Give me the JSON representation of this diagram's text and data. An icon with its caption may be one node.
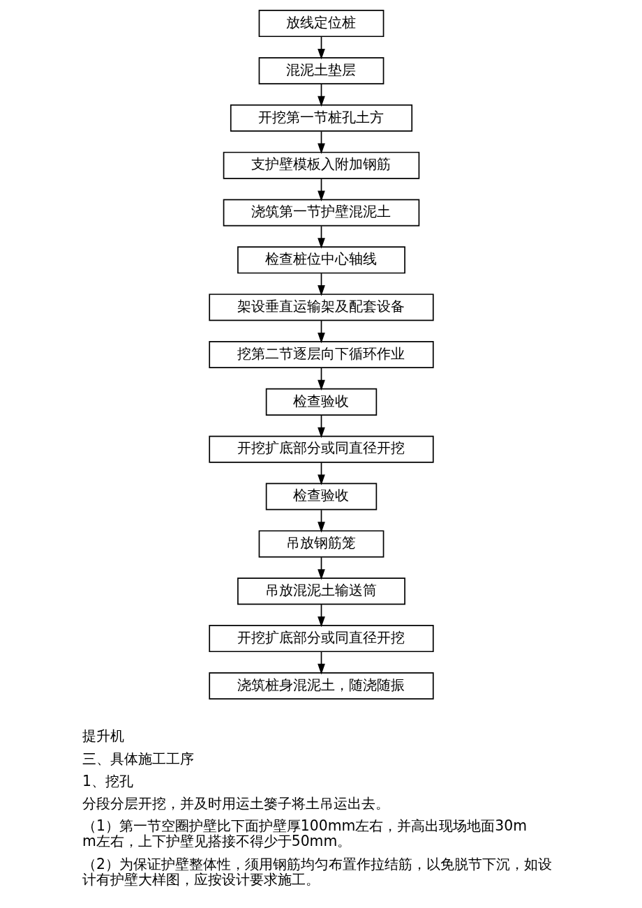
{
  "diagram": {
    "nodes": [
      {
        "text": [
          "放线定位桩"
        ]
      },
      {
        "text": [
          "混泥土垫层"
        ]
      },
      {
        "text": [
          "开挖第一节桩孔土方"
        ]
      },
      {
        "text": [
          "支护壁模板入附加钢筋"
        ]
      },
      {
        "text": [
          "浇筑第一节护壁混泥土"
        ]
      },
      {
        "text": [
          "检查桩位中心轴线"
        ]
      },
      {
        "text": [
          "架设垂直运输架及配套设备"
        ]
      },
      {
        "text": [
          "挖第二节逐层向下循环作业"
        ]
      },
      {
        "text": [
          "检查验收"
        ]
      },
      {
        "text": [
          "开挖扩底部分或同直径开挖"
        ]
      },
      {
        "text": [
          "检查验收"
        ]
      },
      {
        "text": [
          "吊放钢筋笼"
        ]
      },
      {
        "text": [
          "吊放混泥土输送筒"
        ]
      },
      {
        "text": [
          "开挖扩底部分或同直径开挖"
        ]
      },
      {
        "text": [
          "浇筑桩身混泥土，随浇随振"
        ]
      }
    ],
    "edges": [
      {
        "from": 0,
        "to": 1,
        "arrow": "to"
      },
      {
        "from": 1,
        "to": 2,
        "arrow": "to"
      },
      {
        "from": 2,
        "to": 3,
        "arrow": "to"
      },
      {
        "from": 3,
        "to": 4,
        "arrow": "to"
      },
      {
        "from": 4,
        "to": 5,
        "arrow": "to"
      },
      {
        "from": 5,
        "to": 6,
        "arrow": "to"
      },
      {
        "from": 6,
        "to": 7,
        "arrow": "to"
      },
      {
        "from": 7,
        "to": 8,
        "arrow": "to"
      },
      {
        "from": 8,
        "to": 9,
        "arrow": "to"
      },
      {
        "from": 9,
        "to": 10,
        "arrow": "to"
      },
      {
        "from": 10,
        "to": 11,
        "arrow": "to"
      },
      {
        "from": 11,
        "to": 12,
        "arrow": "to"
      },
      {
        "from": 12,
        "to": 13,
        "arrow": "to"
      },
      {
        "from": 13,
        "to": 14,
        "arrow": "to"
      }
    ],
    "labels": [
      "提升机",
      "三、具体施工工序",
      "1、挖孔",
      "分段分层开挖，并及时用运土篓子将土吊运出去。",
      "（1）第一节空圈护壁比下面护壁厚100mm左右，并高出现场地面30mm左右，上下护壁见搭接不得少于50mm。",
      "（2）为保证护壁整体性，须用钢筋均匀布置作拉结筋，以免脱节下沉，如设计有护壁大样图，应按设计要求施工。"
    ]
  }
}
